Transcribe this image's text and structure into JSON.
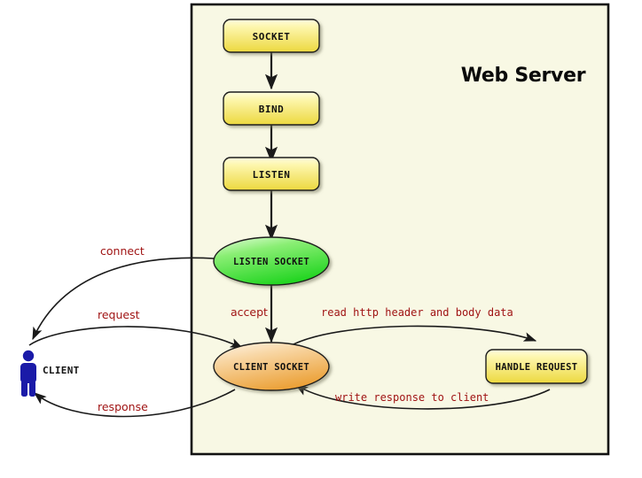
{
  "diagram": {
    "title": "Web Server",
    "background_color": "#ffffff",
    "server_box": {
      "fill": "#f8f8e4",
      "border": "#111111"
    },
    "colors": {
      "process_box_fill_top": "#fefbc8",
      "process_box_fill_bottom": "#f0dd4a",
      "listen_socket_fill_top": "#c9f5bd",
      "listen_socket_fill_bottom": "#2fd62f",
      "client_socket_fill_top": "#fbe8cd",
      "client_socket_fill_bottom": "#eda43c",
      "edge_label_color": "#A01414",
      "client_figure_color": "#1a1aa8",
      "stroke_color": "#1a1a1a"
    },
    "nodes": [
      {
        "id": "socket",
        "label": "SOCKET",
        "shape": "rounded-rect",
        "fill": "yellow"
      },
      {
        "id": "bind",
        "label": "BIND",
        "shape": "rounded-rect",
        "fill": "yellow"
      },
      {
        "id": "listen",
        "label": "LISTEN",
        "shape": "rounded-rect",
        "fill": "yellow"
      },
      {
        "id": "listen-socket",
        "label": "LISTEN SOCKET",
        "shape": "ellipse",
        "fill": "green"
      },
      {
        "id": "client-socket",
        "label": "CLIENT SOCKET",
        "shape": "ellipse",
        "fill": "orange"
      },
      {
        "id": "handle-request",
        "label": "HANDLE REQUEST",
        "shape": "rounded-rect",
        "fill": "yellow"
      },
      {
        "id": "client",
        "label": "CLIENT",
        "shape": "actor",
        "fill": "blue"
      }
    ],
    "edges": [
      {
        "id": "socket-to-bind",
        "label": "",
        "from": "socket",
        "to": "bind"
      },
      {
        "id": "bind-to-listen",
        "label": "",
        "from": "bind",
        "to": "listen"
      },
      {
        "id": "listen-to-listen-socket",
        "label": "",
        "from": "listen",
        "to": "listen-socket"
      },
      {
        "id": "client-connect",
        "label": "connect",
        "from": "client",
        "to": "listen-socket"
      },
      {
        "id": "listen-socket-accept",
        "label": "accept",
        "from": "listen-socket",
        "to": "client-socket"
      },
      {
        "id": "client-request",
        "label": "request",
        "from": "client",
        "to": "client-socket"
      },
      {
        "id": "read-http",
        "label": "read http header and body data",
        "from": "client-socket",
        "to": "handle-request"
      },
      {
        "id": "write-response",
        "label": "write response to client",
        "from": "handle-request",
        "to": "client-socket"
      },
      {
        "id": "client-response",
        "label": "response",
        "from": "client-socket",
        "to": "client"
      }
    ]
  }
}
